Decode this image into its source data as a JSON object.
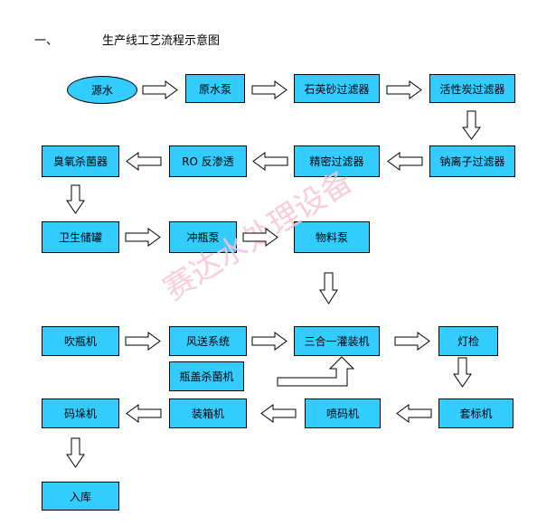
{
  "heading": {
    "number": "一、",
    "title": "生产线工艺流程示意图"
  },
  "watermark": "赛达水处理设备",
  "colors": {
    "box_fill": "#33ccff",
    "border": "#000000",
    "watermark": "#f6c6d3"
  },
  "nodes": {
    "n1": "源水",
    "n2": "原水泵",
    "n3": "石英砂过滤器",
    "n4": "活性炭过滤器",
    "n5": "钠离子过滤器",
    "n6": "精密过滤器",
    "n7": "RO 反渗透",
    "n8": "臭氧杀菌器",
    "n9": "卫生储罐",
    "n10": "冲瓶泵",
    "n11": "物料泵",
    "n12": "吹瓶机",
    "n13": "风送系统",
    "n14": "三合一灌装机",
    "n15": "灯检",
    "n16": "瓶盖杀菌机",
    "n17": "套标机",
    "n18": "喷码机",
    "n19": "装箱机",
    "n20": "码垛机",
    "n21": "入库"
  }
}
